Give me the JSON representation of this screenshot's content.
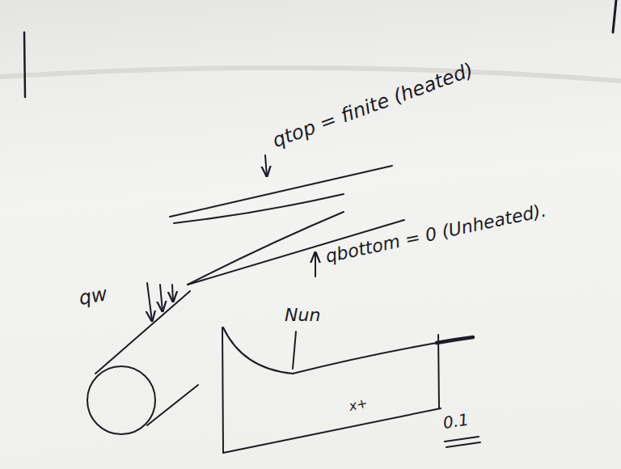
{
  "diagram": {
    "labels": [
      "qtop = finite (heated)",
      "qbottom = 0 (Unheated).",
      "qw",
      "Nun",
      "x+",
      "0.1"
    ]
  }
}
